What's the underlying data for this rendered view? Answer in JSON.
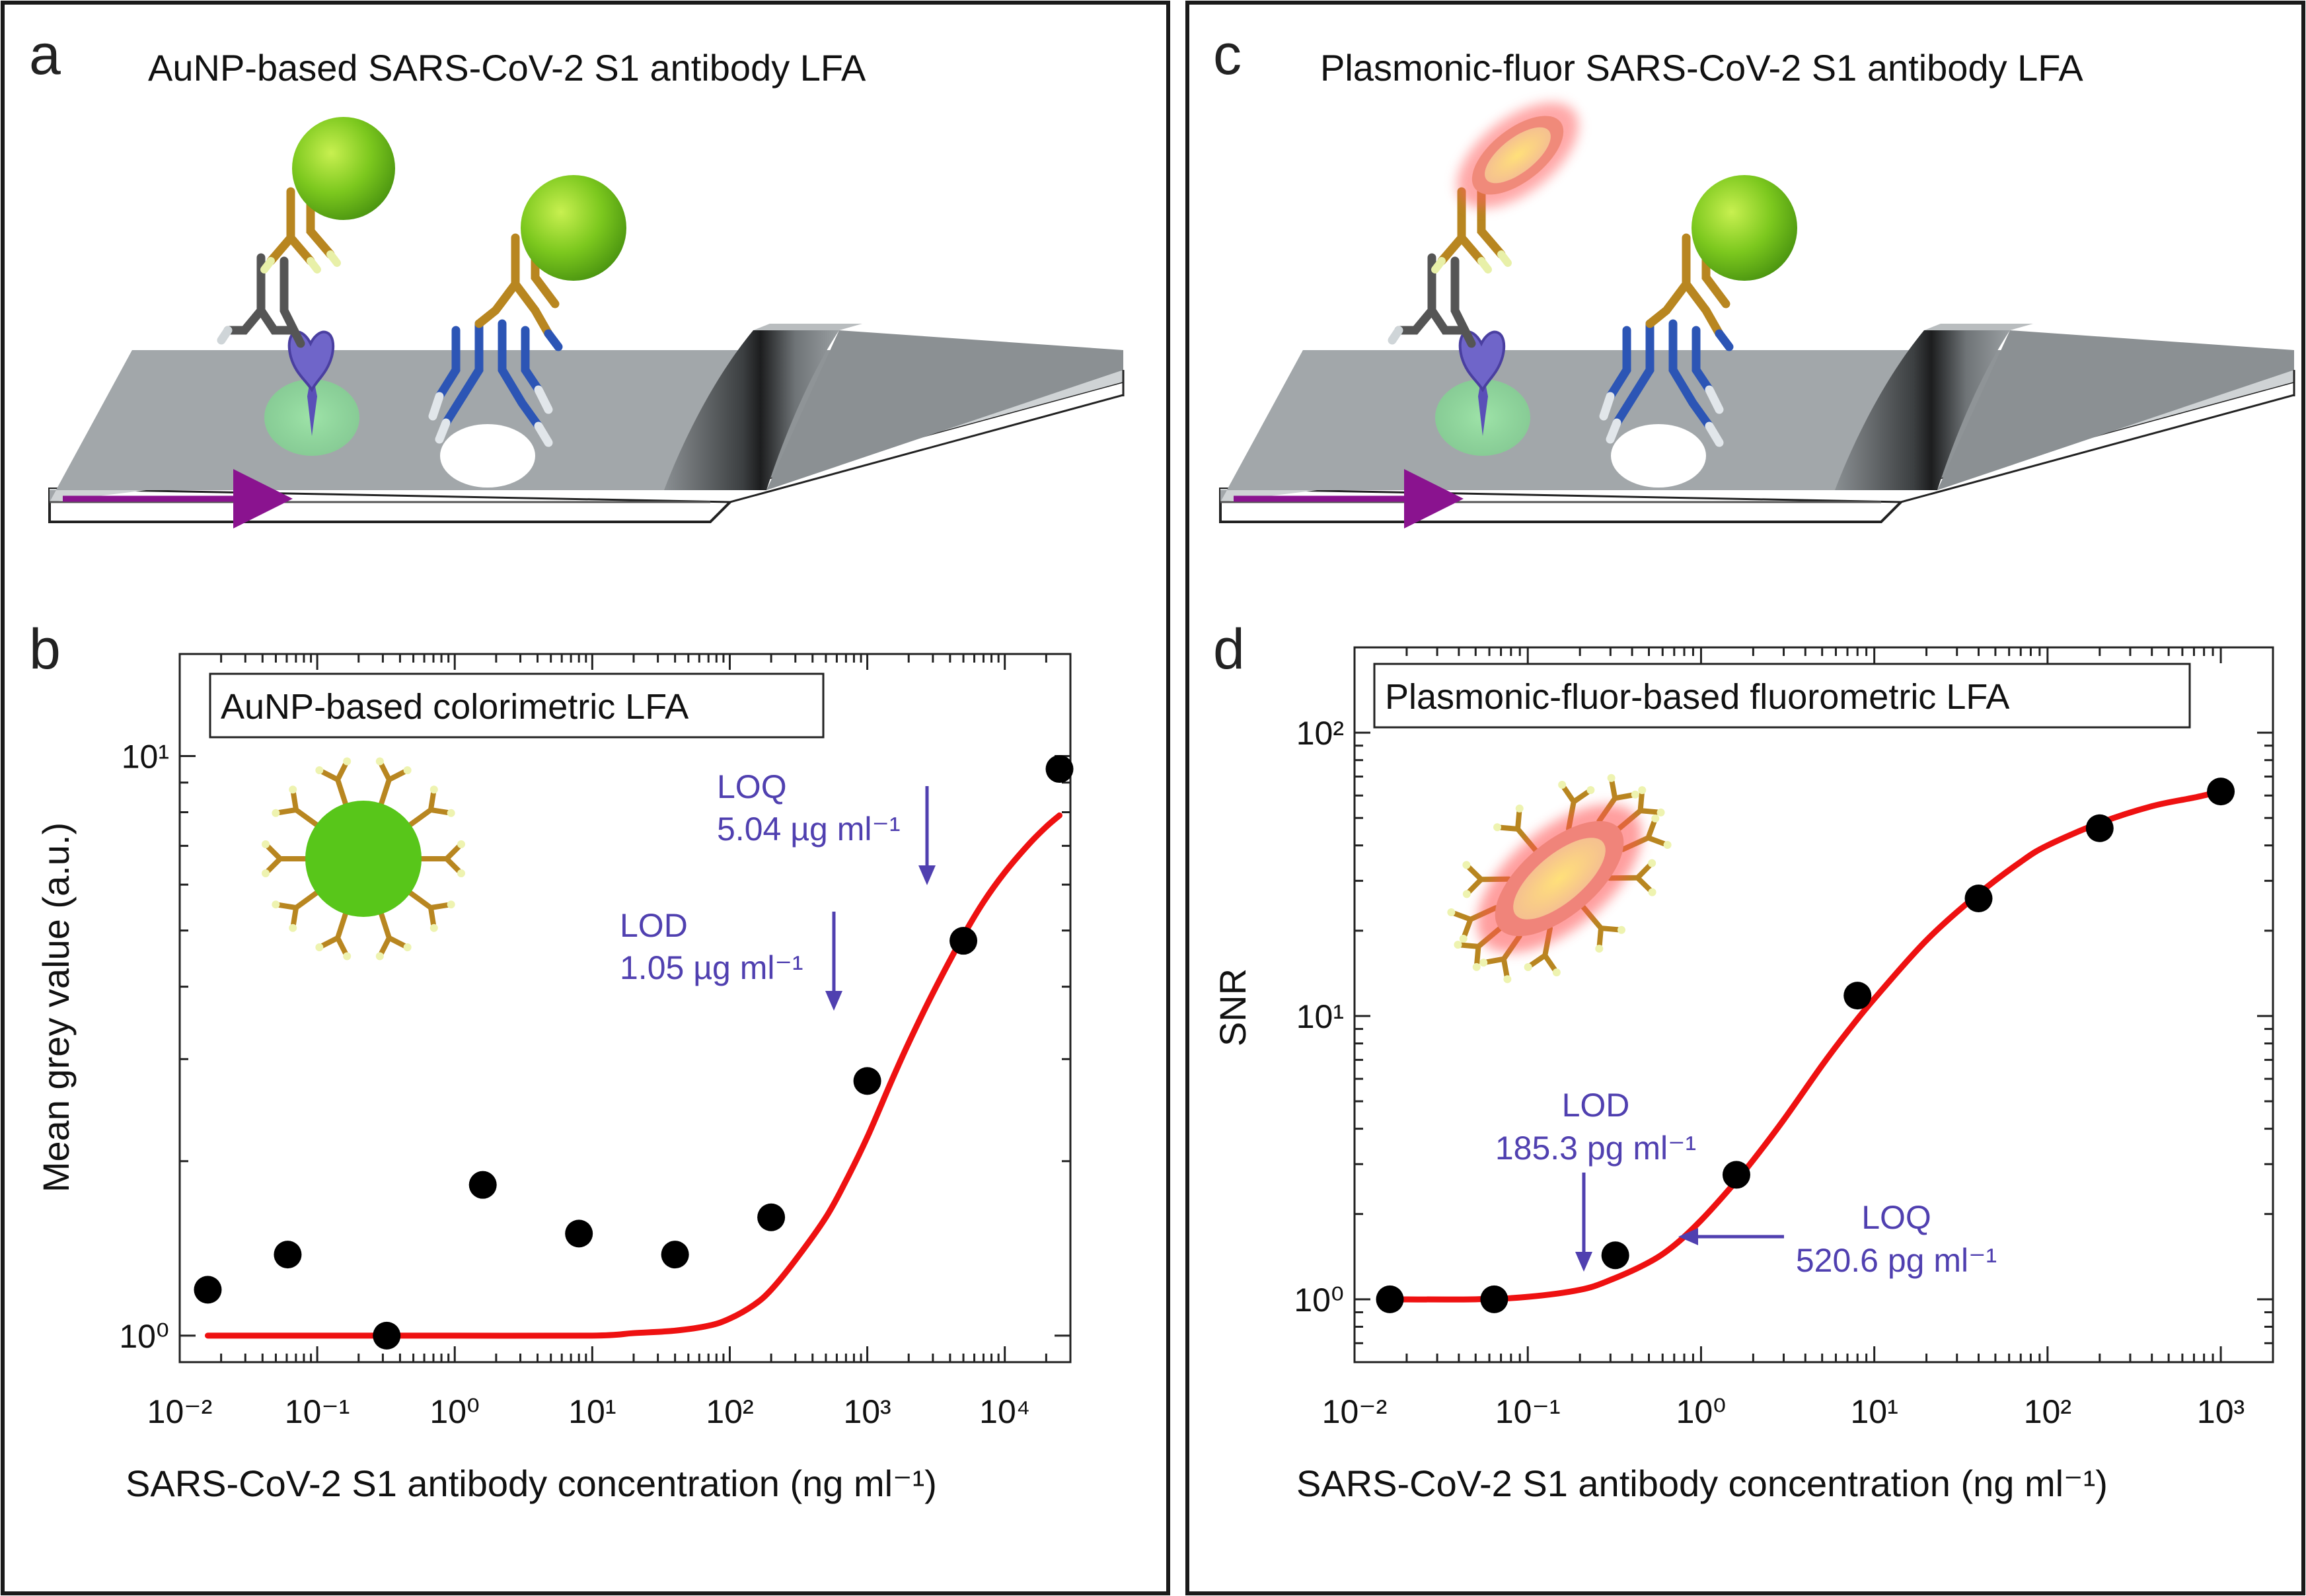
{
  "panels": {
    "a": {
      "letter": "a",
      "title": "AuNP-based SARS-CoV-2 S1 antibody LFA"
    },
    "c": {
      "letter": "c",
      "title": "Plasmonic-fluor SARS-CoV-2 S1 antibody LFA"
    },
    "b": {
      "letter": "b"
    },
    "d": {
      "letter": "d"
    }
  },
  "chart_data": [
    {
      "panel": "b",
      "type": "scatter",
      "title": "",
      "legend_box": "AuNP-based colorimetric LFA",
      "xlabel": "SARS-CoV-2 S1 antibody concentration (ng ml⁻¹)",
      "ylabel": "Mean grey value (a.u.)",
      "x_scale": "log",
      "y_scale": "log",
      "xlim": [
        0.01,
        30000
      ],
      "ylim": [
        0.9,
        15
      ],
      "xticks": [
        0.01,
        0.1,
        1,
        10,
        100,
        1000,
        10000
      ],
      "xtick_labels": [
        "10⁻²",
        "10⁻¹",
        "10⁰",
        "10¹",
        "10²",
        "10³",
        "10⁴"
      ],
      "yticks": [
        1,
        10
      ],
      "ytick_labels": [
        "10⁰",
        "10¹"
      ],
      "grid": false,
      "points": {
        "x": [
          0.016,
          0.061,
          0.32,
          1.6,
          8,
          40,
          200,
          1000,
          5000,
          25000
        ],
        "y": [
          1.2,
          1.38,
          1.0,
          1.82,
          1.5,
          1.38,
          1.6,
          2.75,
          4.8,
          9.5
        ]
      },
      "fit": {
        "x": [
          0.016,
          0.1,
          1,
          10,
          20,
          40,
          70,
          100,
          150,
          200,
          300,
          500,
          700,
          1000,
          1500,
          2000,
          3000,
          5000,
          7000,
          10000,
          15000,
          20000,
          25000
        ],
        "y": [
          1.0,
          1.0,
          1.0,
          1.0,
          1.01,
          1.02,
          1.04,
          1.07,
          1.13,
          1.2,
          1.35,
          1.6,
          1.85,
          2.2,
          2.75,
          3.2,
          3.9,
          4.9,
          5.6,
          6.3,
          7.05,
          7.55,
          7.9
        ]
      },
      "annotations": [
        {
          "label": "LOQ",
          "value": "5.04 µg ml⁻¹",
          "x": 5040
        },
        {
          "label": "LOD",
          "value": "1.05 µg ml⁻¹",
          "x": 1050
        }
      ],
      "colors": {
        "points": "#000000",
        "fit": "#ee1111",
        "annotation": "#5040b0"
      }
    },
    {
      "panel": "d",
      "type": "scatter",
      "title": "",
      "legend_box": "Plasmonic-fluor-based fluorometric LFA",
      "xlabel": "SARS-CoV-2 S1 antibody concentration (ng ml⁻¹)",
      "ylabel": "SNR",
      "x_scale": "log",
      "y_scale": "log",
      "xlim": [
        0.01,
        2000
      ],
      "ylim": [
        0.6,
        200
      ],
      "xticks": [
        0.01,
        0.1,
        1,
        10,
        100,
        1000
      ],
      "xtick_labels": [
        "10⁻²",
        "10⁻¹",
        "10⁰",
        "10¹",
        "10²",
        "10³"
      ],
      "yticks": [
        1,
        10,
        100
      ],
      "ytick_labels": [
        "10⁰",
        "10¹",
        "10²"
      ],
      "grid": false,
      "points": {
        "x": [
          0.016,
          0.064,
          0.32,
          1.6,
          8,
          40,
          200,
          1000
        ],
        "y": [
          1.0,
          1.0,
          1.43,
          2.75,
          11.8,
          26,
          46,
          62
        ]
      },
      "fit": {
        "x": [
          0.016,
          0.05,
          0.1,
          0.2,
          0.3,
          0.5,
          0.7,
          1,
          1.5,
          2,
          3,
          5,
          7,
          10,
          20,
          40,
          70,
          100,
          200,
          400,
          700,
          1000
        ],
        "y": [
          1.0,
          1.0,
          1.02,
          1.08,
          1.17,
          1.35,
          1.55,
          1.9,
          2.5,
          3.1,
          4.3,
          6.7,
          8.8,
          11.5,
          18.5,
          27,
          35,
          40,
          48,
          55,
          59,
          62
        ]
      },
      "annotations": [
        {
          "label": "LOD",
          "value": "185.3 pg ml⁻¹",
          "x": 0.185
        },
        {
          "label": "LOQ",
          "value": "520.6 pg ml⁻¹",
          "x": 0.52
        }
      ],
      "colors": {
        "points": "#000000",
        "fit": "#ee1111",
        "annotation": "#5040b0"
      }
    }
  ]
}
